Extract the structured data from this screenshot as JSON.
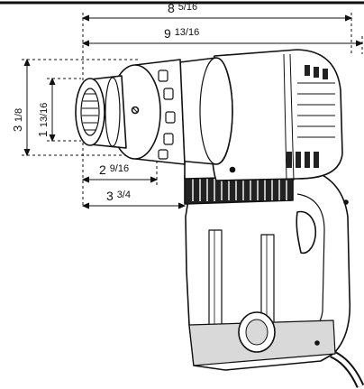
{
  "diagram": {
    "colors": {
      "line": "#111111",
      "fill_light": "#ffffff",
      "fill_shade": "#d9d9d9",
      "fill_dark": "#222222"
    },
    "dimensions": {
      "overall_length_a": {
        "whole": "8",
        "frac": "5/16"
      },
      "overall_length_b": {
        "whole": "9",
        "frac": "13/16"
      },
      "height_outer": {
        "whole": "3",
        "frac": "1/8"
      },
      "height_inner": {
        "whole": "1",
        "frac": "13/16"
      },
      "nose_length": {
        "whole": "2",
        "frac": "9/16"
      },
      "head_length": {
        "whole": "3",
        "frac": "3/4"
      }
    }
  }
}
